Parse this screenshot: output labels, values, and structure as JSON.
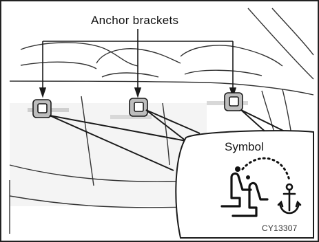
{
  "labels": {
    "anchor_brackets": "Anchor brackets",
    "symbol": "Symbol",
    "figure_code": "CY13307"
  },
  "brackets": [
    {
      "name": "left-anchor-bracket"
    },
    {
      "name": "center-anchor-bracket"
    },
    {
      "name": "right-anchor-bracket"
    }
  ],
  "icons": {
    "child_seat": "child-seat-icon",
    "anchor": "anchor-icon"
  },
  "colors": {
    "line": "#1a1a1a",
    "shade": "#bdbdbd",
    "paper": "#ffffff"
  }
}
